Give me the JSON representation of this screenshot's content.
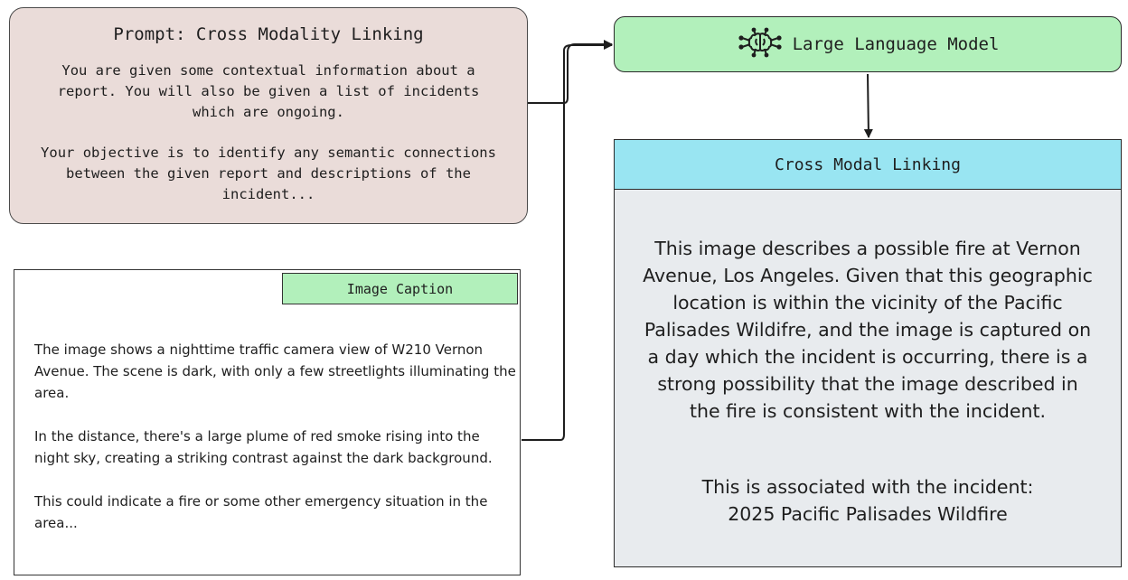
{
  "prompt": {
    "title": "Prompt: Cross Modality Linking",
    "paragraph1": "You are given some contextual information about a\nreport.  You will also be given a list of incidents\nwhich are ongoing.",
    "paragraph2": "Your objective is to identify any semantic connections\nbetween the given report and descriptions of the\nincident..."
  },
  "llm": {
    "label": "Large Language Model",
    "icon": "brain-network-icon"
  },
  "caption": {
    "header": "Image Caption",
    "paragraphs": [
      "The image shows a nighttime traffic camera view of W210 Vernon Avenue. The scene is dark, with only a few streetlights illuminating the area.",
      "In the distance, there's a large plume of red smoke rising into the night sky, creating a striking contrast against the dark background.",
      "This could indicate a fire or some other emergency situation in the area..."
    ]
  },
  "cross_modal": {
    "header": "Cross Modal Linking",
    "description": "This image describes a possible fire at Vernon Avenue, Los Angeles.  Given that this geographic location is within the vicinity of the Pacific Palisades Wildifre, and the image is captured on a day which the incident is occurring, there is a strong possibility that the image described in the fire is consistent with the incident.",
    "association_line1": "This is associated with the incident:",
    "association_line2": "2025 Pacific Palisades Wildfire"
  },
  "colors": {
    "prompt_fill": "#eadcd9",
    "green_fill": "#b2f0bb",
    "cyan_fill": "#99e5f2",
    "panel_fill": "#e8ebee"
  }
}
